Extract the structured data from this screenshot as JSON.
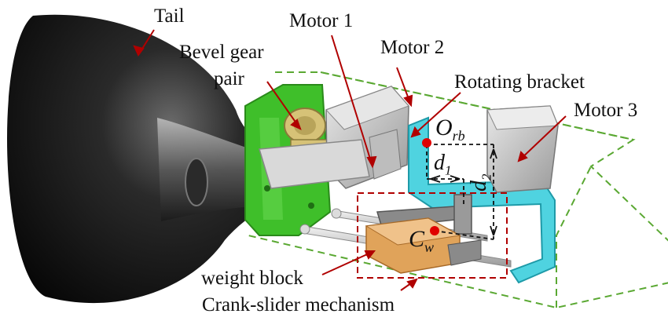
{
  "labels": {
    "tail": "Tail",
    "motor1": "Motor 1",
    "motor2": "Motor 2",
    "bevel_gear_line1": "Bevel gear",
    "bevel_gear_line2": "pair",
    "rotating_bracket": "Rotating bracket",
    "motor3": "Motor 3",
    "weight_block": "weight block",
    "crank_slider": "Crank-slider mechanism"
  },
  "symbols": {
    "o_main": "O",
    "o_sub": "rb",
    "d1_main": "d",
    "d1_sub": "1",
    "d2_main": "d",
    "d2_sub": "2",
    "c_main": "C",
    "c_sub": "w"
  },
  "colors": {
    "leader": "#b00000",
    "outline_dashed": "#5aa832",
    "mechanism_box": "#b00000",
    "tail": "#151515",
    "frame_green": "#3fbf2a",
    "bracket_cyan": "#4fd3e0",
    "weight_orange": "#e0a35a",
    "motor_gray": "#c8c8c8",
    "point_red": "#e00000"
  }
}
